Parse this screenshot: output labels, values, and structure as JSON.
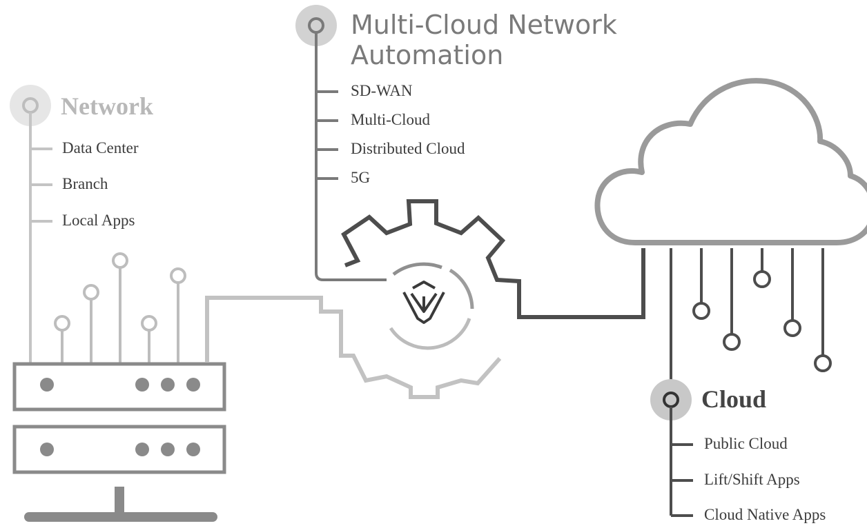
{
  "sections": {
    "network": {
      "title": "Network",
      "items": [
        "Data Center",
        "Branch",
        "Local Apps"
      ]
    },
    "automation": {
      "title_line1": "Multi-Cloud Network",
      "title_line2": "Automation",
      "items": [
        "SD-WAN",
        "Multi-Cloud",
        "Distributed Cloud",
        "5G"
      ]
    },
    "cloud": {
      "title": "Cloud",
      "items": [
        "Public Cloud",
        "Lift/Shift Apps",
        "Cloud Native Apps"
      ]
    }
  },
  "colors": {
    "network": "#c4c4c4",
    "automation": "#7a7a7a",
    "cloud": "#4a4a4a",
    "gear_dark": "#4d4d4d",
    "gear_light": "#c0c0c0",
    "server": "#8a8a8a"
  },
  "icons": {
    "network_marker": "circle-marker-icon",
    "automation_marker": "circle-marker-icon",
    "cloud_marker": "circle-marker-icon",
    "gear": "gear-icon",
    "logo": "cube-logo-icon",
    "cloud": "cloud-icon",
    "server": "server-icon"
  }
}
